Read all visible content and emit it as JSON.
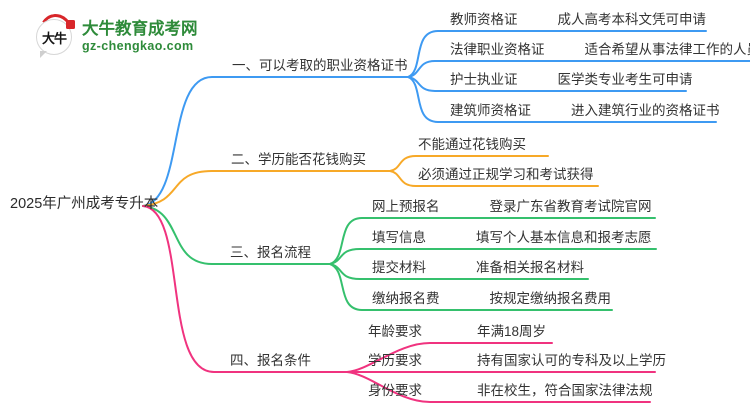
{
  "logo": {
    "icon_text": "大牛",
    "title": "大牛教育成考网",
    "domain": "gz-chengkao.com",
    "brand_color": "#2e8b3a",
    "seal_color": "#d8262a"
  },
  "central": {
    "label": "2025年广州成考专升本"
  },
  "branches": [
    {
      "label": "一、可以考取的职业资格证书",
      "color": "#3e9af2",
      "children": [
        {
          "keyword": "教师资格证",
          "desc": "成人高考本科文凭可申请"
        },
        {
          "keyword": "法律职业资格证",
          "desc": "适合希望从事法律工作的人员"
        },
        {
          "keyword": "护士执业证",
          "desc": "医学类专业考生可申请"
        },
        {
          "keyword": "建筑师资格证",
          "desc": "进入建筑行业的资格证书"
        }
      ]
    },
    {
      "label": "二、学历能否花钱购买",
      "color": "#f7a928",
      "children": [
        {
          "keyword": "不能通过花钱购买",
          "desc": ""
        },
        {
          "keyword": "必须通过正规学习和考试获得",
          "desc": ""
        }
      ]
    },
    {
      "label": "三、报名流程",
      "color": "#35c06d",
      "children": [
        {
          "keyword": "网上预报名",
          "desc": "登录广东省教育考试院官网"
        },
        {
          "keyword": "填写信息",
          "desc": "填写个人基本信息和报考志愿"
        },
        {
          "keyword": "提交材料",
          "desc": "准备相关报名材料"
        },
        {
          "keyword": "缴纳报名费",
          "desc": "按规定缴纳报名费用"
        }
      ]
    },
    {
      "label": "四、报名条件",
      "color": "#f0337f",
      "children": [
        {
          "keyword": "年龄要求",
          "desc": "年满18周岁"
        },
        {
          "keyword": "学历要求",
          "desc": "持有国家认可的专科及以上学历"
        },
        {
          "keyword": "身份要求",
          "desc": "非在校生，符合国家法律法规"
        }
      ]
    }
  ]
}
